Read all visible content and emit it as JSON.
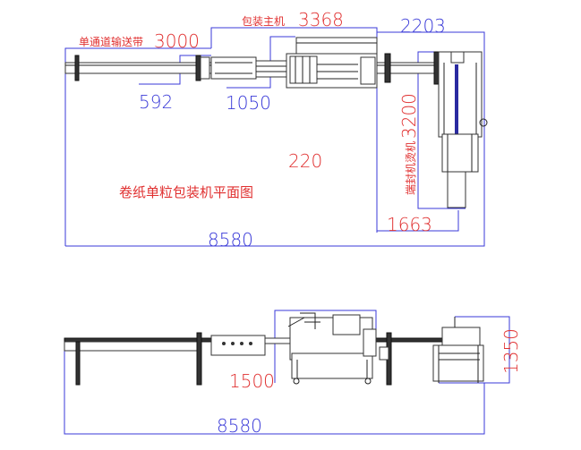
{
  "plan_view": {
    "title": "卷纸单粒包装机平面图",
    "center_value": "220",
    "conveyor_label": "单通道输送带",
    "conveyor_length": "3000",
    "main_machine_label": "包装主机",
    "main_machine_length": "3368",
    "outfeed_width": "2203",
    "conveyor_offset": "592",
    "machine_width": "1050",
    "sealer_label": "端封机烫机",
    "sealer_length": "3200",
    "sealer_width": "1663",
    "total_length": "8580"
  },
  "side_view": {
    "machine_height": "1500",
    "sealer_height": "1350",
    "total_length": "8580"
  },
  "colors": {
    "dimension_blue": "#3a3ad8",
    "label_red": "#e03030"
  }
}
